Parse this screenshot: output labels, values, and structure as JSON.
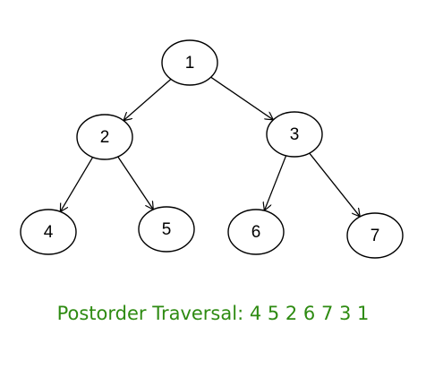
{
  "tree": {
    "nodes": [
      {
        "id": "1",
        "label": "1"
      },
      {
        "id": "2",
        "label": "2"
      },
      {
        "id": "3",
        "label": "3"
      },
      {
        "id": "4",
        "label": "4"
      },
      {
        "id": "5",
        "label": "5"
      },
      {
        "id": "6",
        "label": "6"
      },
      {
        "id": "7",
        "label": "7"
      }
    ],
    "edges": [
      {
        "from": "1",
        "to": "2"
      },
      {
        "from": "1",
        "to": "3"
      },
      {
        "from": "2",
        "to": "4"
      },
      {
        "from": "2",
        "to": "5"
      },
      {
        "from": "3",
        "to": "6"
      },
      {
        "from": "3",
        "to": "7"
      }
    ]
  },
  "caption": {
    "text": "Postorder Traversal: 4 5 2 6 7 3 1",
    "color": "#2e8b12"
  },
  "colors": {
    "stroke": "#000000",
    "node_fill": "#ffffff",
    "background": "#ffffff"
  }
}
